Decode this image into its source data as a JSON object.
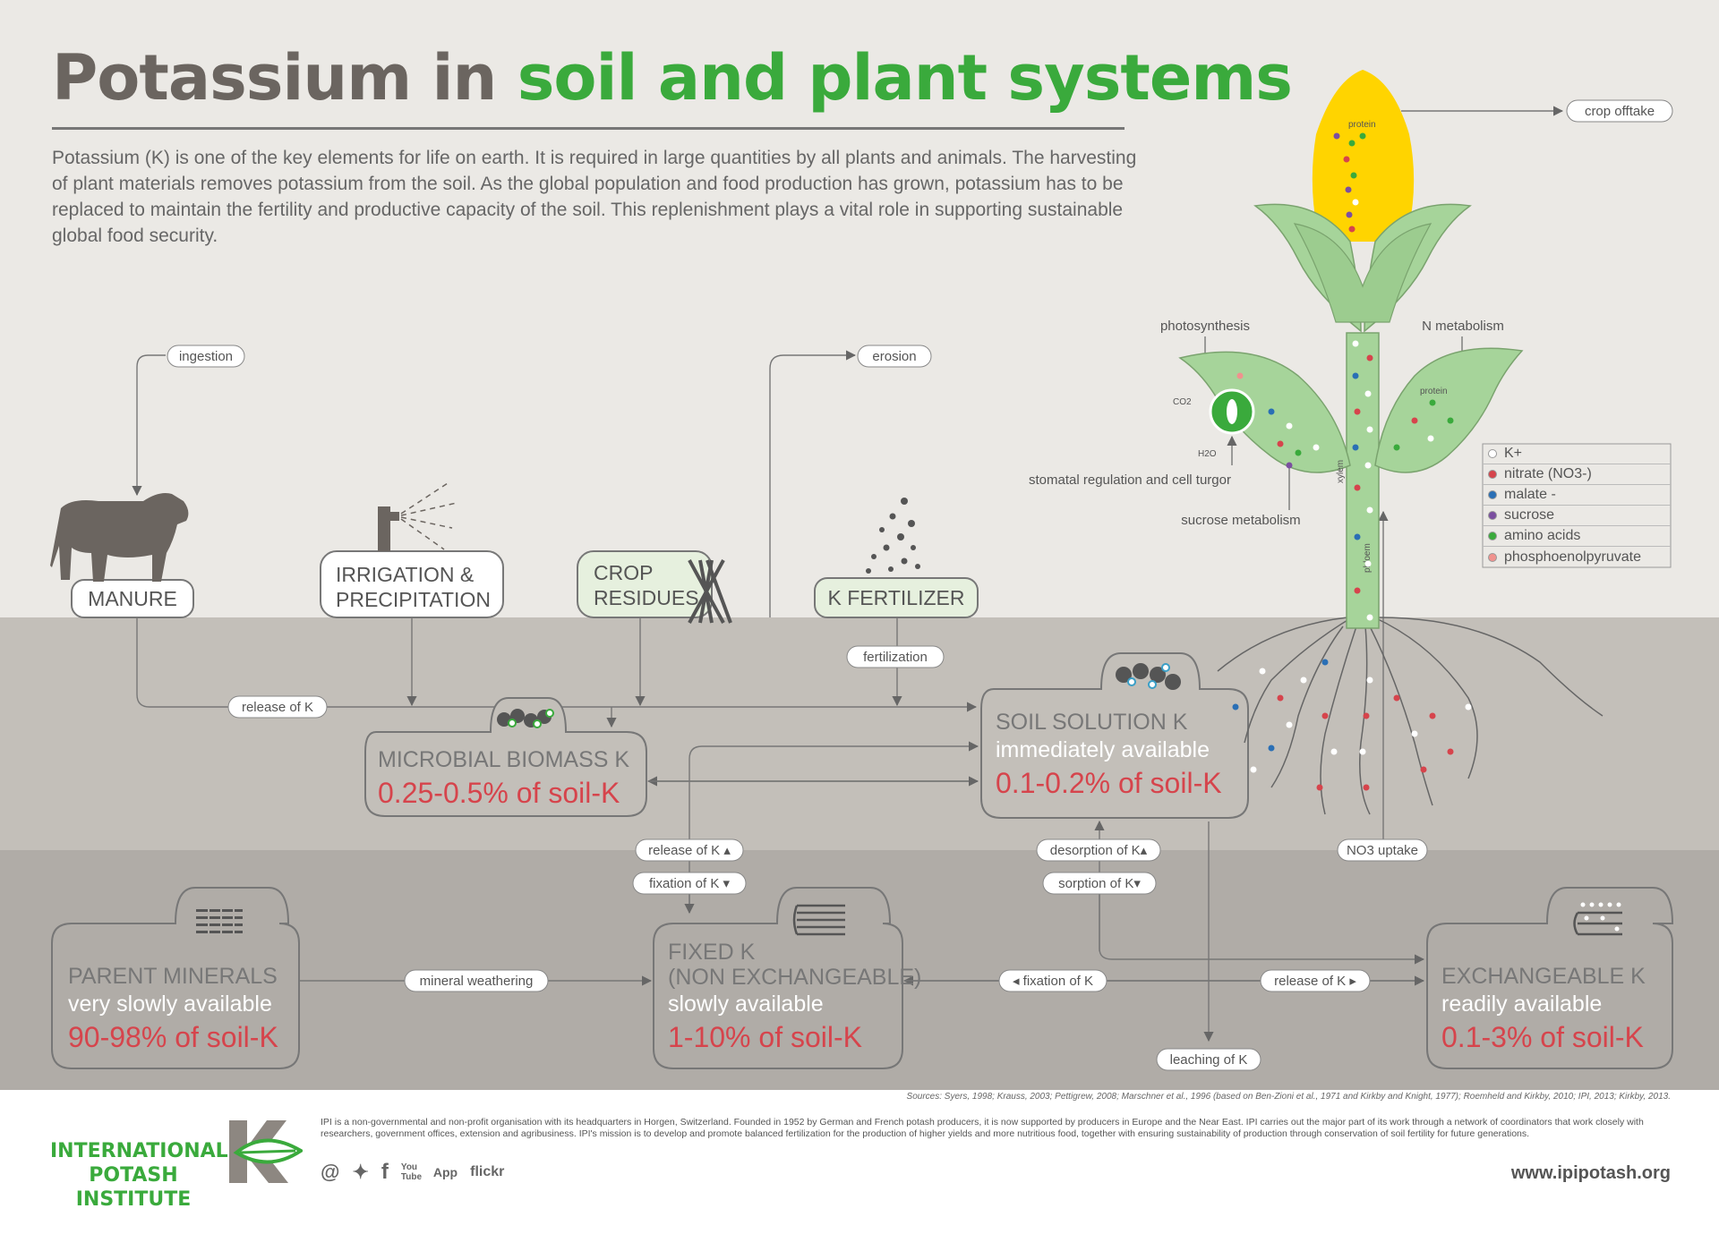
{
  "title": {
    "part1": "Potassium in",
    "part2": "soil and plant systems"
  },
  "intro": "Potassium (K) is one of the key elements for life on earth. It is required in large quantities by all plants and animals. The harvesting of plant materials removes potassium from the soil. As the global population and food production has grown, potassium has to be replaced to maintain the fertility and productive capacity of the soil. This replenishment plays a vital role in supporting sustainable global food security.",
  "inputs": {
    "manure": "MANURE",
    "irrigation_1": "IRRIGATION &",
    "irrigation_2": "PRECIPITATION",
    "crop_1": "CROP",
    "crop_2": "RESIDUES",
    "fertilizer": "K FERTILIZER"
  },
  "pools": {
    "microbial": {
      "title": "MICROBIAL BIOMASS K",
      "pct": "0.25-0.5% of soil-K"
    },
    "solution": {
      "title": "SOIL SOLUTION K",
      "sub": "immediately available",
      "pct": "0.1-0.2% of soil-K"
    },
    "parent": {
      "title": "PARENT MINERALS",
      "sub": "very slowly available",
      "pct": "90-98% of soil-K"
    },
    "fixed": {
      "title": "FIXED K",
      "title2": "(NON EXCHANGEABLE)",
      "sub": "slowly available",
      "pct": "1-10% of soil-K"
    },
    "exchangeable": {
      "title": "EXCHANGEABLE K",
      "sub": "readily available",
      "pct": "0.1-3% of soil-K"
    }
  },
  "flows": {
    "ingestion": "ingestion",
    "erosion": "erosion",
    "crop_offtake": "crop offtake",
    "fertilization": "fertilization",
    "release_k": "release of K",
    "release_k_up": "release of K ▴",
    "fixation_k_down": "fixation of K ▾",
    "desorption": "desorption of K▴",
    "sorption": "sorption of K▾",
    "mineral_weathering": "mineral weathering",
    "fixation_left": "◂ fixation of K",
    "release_right": "release of K ▸",
    "leaching": "leaching of K",
    "no3_uptake": "NO3 uptake"
  },
  "plant": {
    "photosynthesis": "photosynthesis",
    "n_metabolism": "N metabolism",
    "stomatal": "stomatal regulation and cell turgor",
    "sucrose_metabolism": "sucrose metabolism",
    "protein_top": "protein",
    "protein_leaf": "protein",
    "co2": "CO2",
    "h2o": "H2O",
    "xylem": "xylem",
    "phloem": "phloem"
  },
  "legend": [
    {
      "label": "K+",
      "color": "#ffffff"
    },
    {
      "label": "nitrate (NO3-)",
      "color": "#d6444c"
    },
    {
      "label": "malate -",
      "color": "#2a6fb5"
    },
    {
      "label": "sucrose",
      "color": "#7b4fa0"
    },
    {
      "label": "amino acids",
      "color": "#3aaa3c"
    },
    {
      "label": "phosphoenolpyruvate",
      "color": "#f0928e"
    }
  ],
  "colors": {
    "green": "#3aaa3c",
    "red": "#d6444c",
    "gray_text": "#555555",
    "leaf": "#a6d49a",
    "corn": "#ffd400"
  },
  "sources": "Sources: Syers, 1998; Krauss, 2003; Pettigrew, 2008; Marschner et al., 1996 (based on Ben-Zioni et al., 1971 and Kirkby and Knight, 1977); Roemheld and Kirkby, 2010; IPI, 2013; Kirkby, 2013.",
  "footer": {
    "org_1": "INTERNATIONAL",
    "org_2": "POTASH INSTITUTE",
    "description": "IPI is a non-governmental and non-profit organisation with its headquarters in Horgen, Switzerland. Founded in 1952 by German and French potash producers, it is now supported by producers in Europe and the Near East. IPI carries out the major part of its work through a network of coordinators that work closely with researchers, government offices, extension and agribusiness. IPI's mission is to develop and promote balanced fertilization for the production of higher yields and more nutritious food, together with ensuring sustainability of production through conservation of soil fertility for future generations.",
    "social": {
      "at": "@",
      "twitter": "✦",
      "facebook": "f",
      "youtube": "You Tube",
      "app": "App",
      "flickr": "flickr"
    },
    "website": "www.ipipotash.org"
  }
}
